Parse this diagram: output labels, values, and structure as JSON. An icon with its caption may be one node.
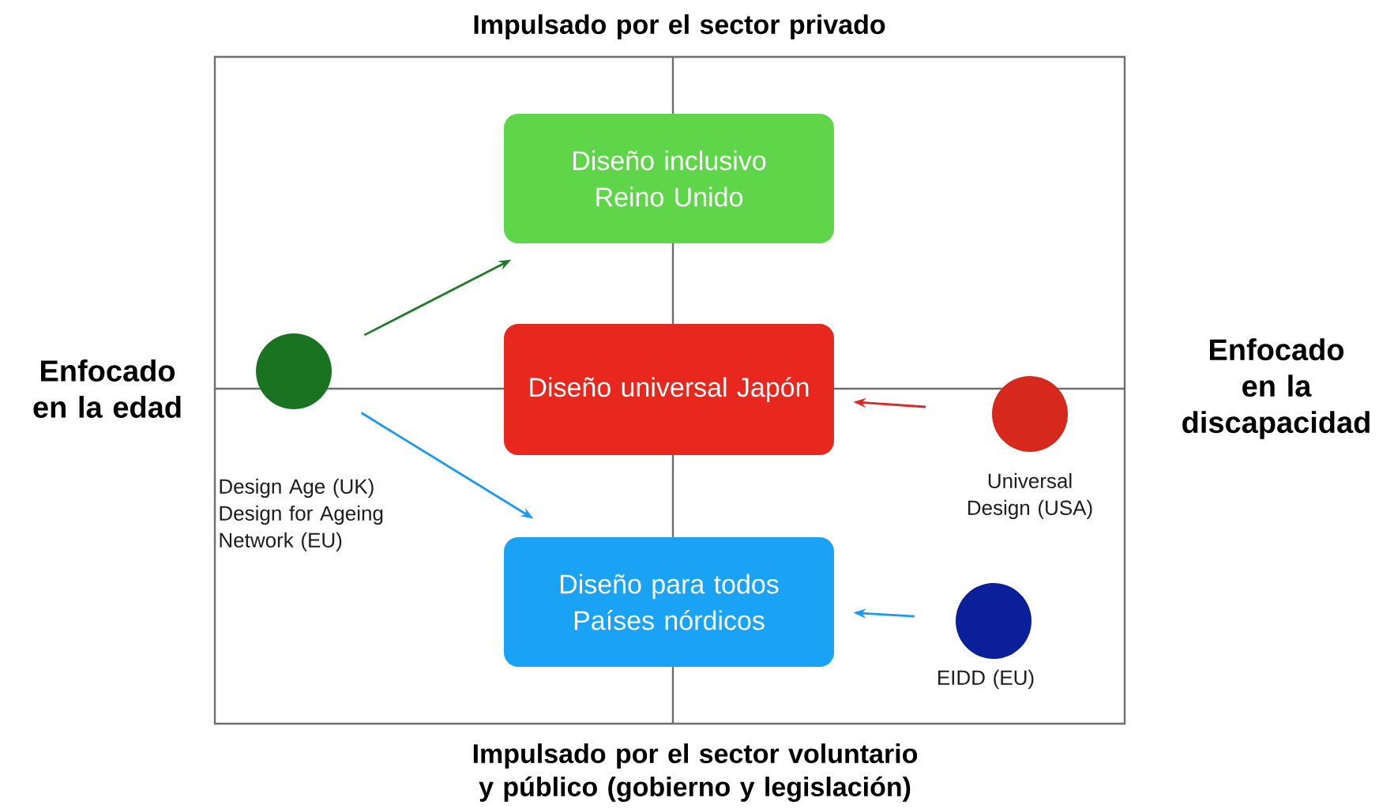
{
  "diagram": {
    "nodes": [
      {
        "text": [
          "Diseño inclusivo Reino Unido"
        ]
      },
      {
        "text": [
          "Diseño universal Japón"
        ]
      },
      {
        "text": [
          "Diseño para todos Países nórdicos"
        ]
      },
      {
        "text": [],
        "shape": "circle",
        "beside": [
          "Design Age (UK)",
          "Design for Ageing Network (EU)"
        ]
      },
      {
        "text": [],
        "shape": "circle",
        "beside": [
          "Universal Design (USA)"
        ]
      },
      {
        "text": [],
        "shape": "circle",
        "beside": [
          "EIDD (EU)"
        ]
      }
    ],
    "edges": [
      {
        "from": 3,
        "to": 0,
        "arrow": "to",
        "color": "#1f7a2a"
      },
      {
        "from": 3,
        "to": 2,
        "arrow": "to",
        "color": "#1a9af0"
      },
      {
        "from": 4,
        "to": 1,
        "arrow": "to",
        "color": "#d9282a"
      },
      {
        "from": 5,
        "to": 2,
        "arrow": "to",
        "color": "#1a9af0"
      }
    ],
    "labels": [
      "Impulsado por el sector privado",
      "Enfocado en la edad",
      "Enfocado en la discapacidad",
      "Impulsado por el sector voluntario y público (gobierno y legislación)"
    ]
  }
}
